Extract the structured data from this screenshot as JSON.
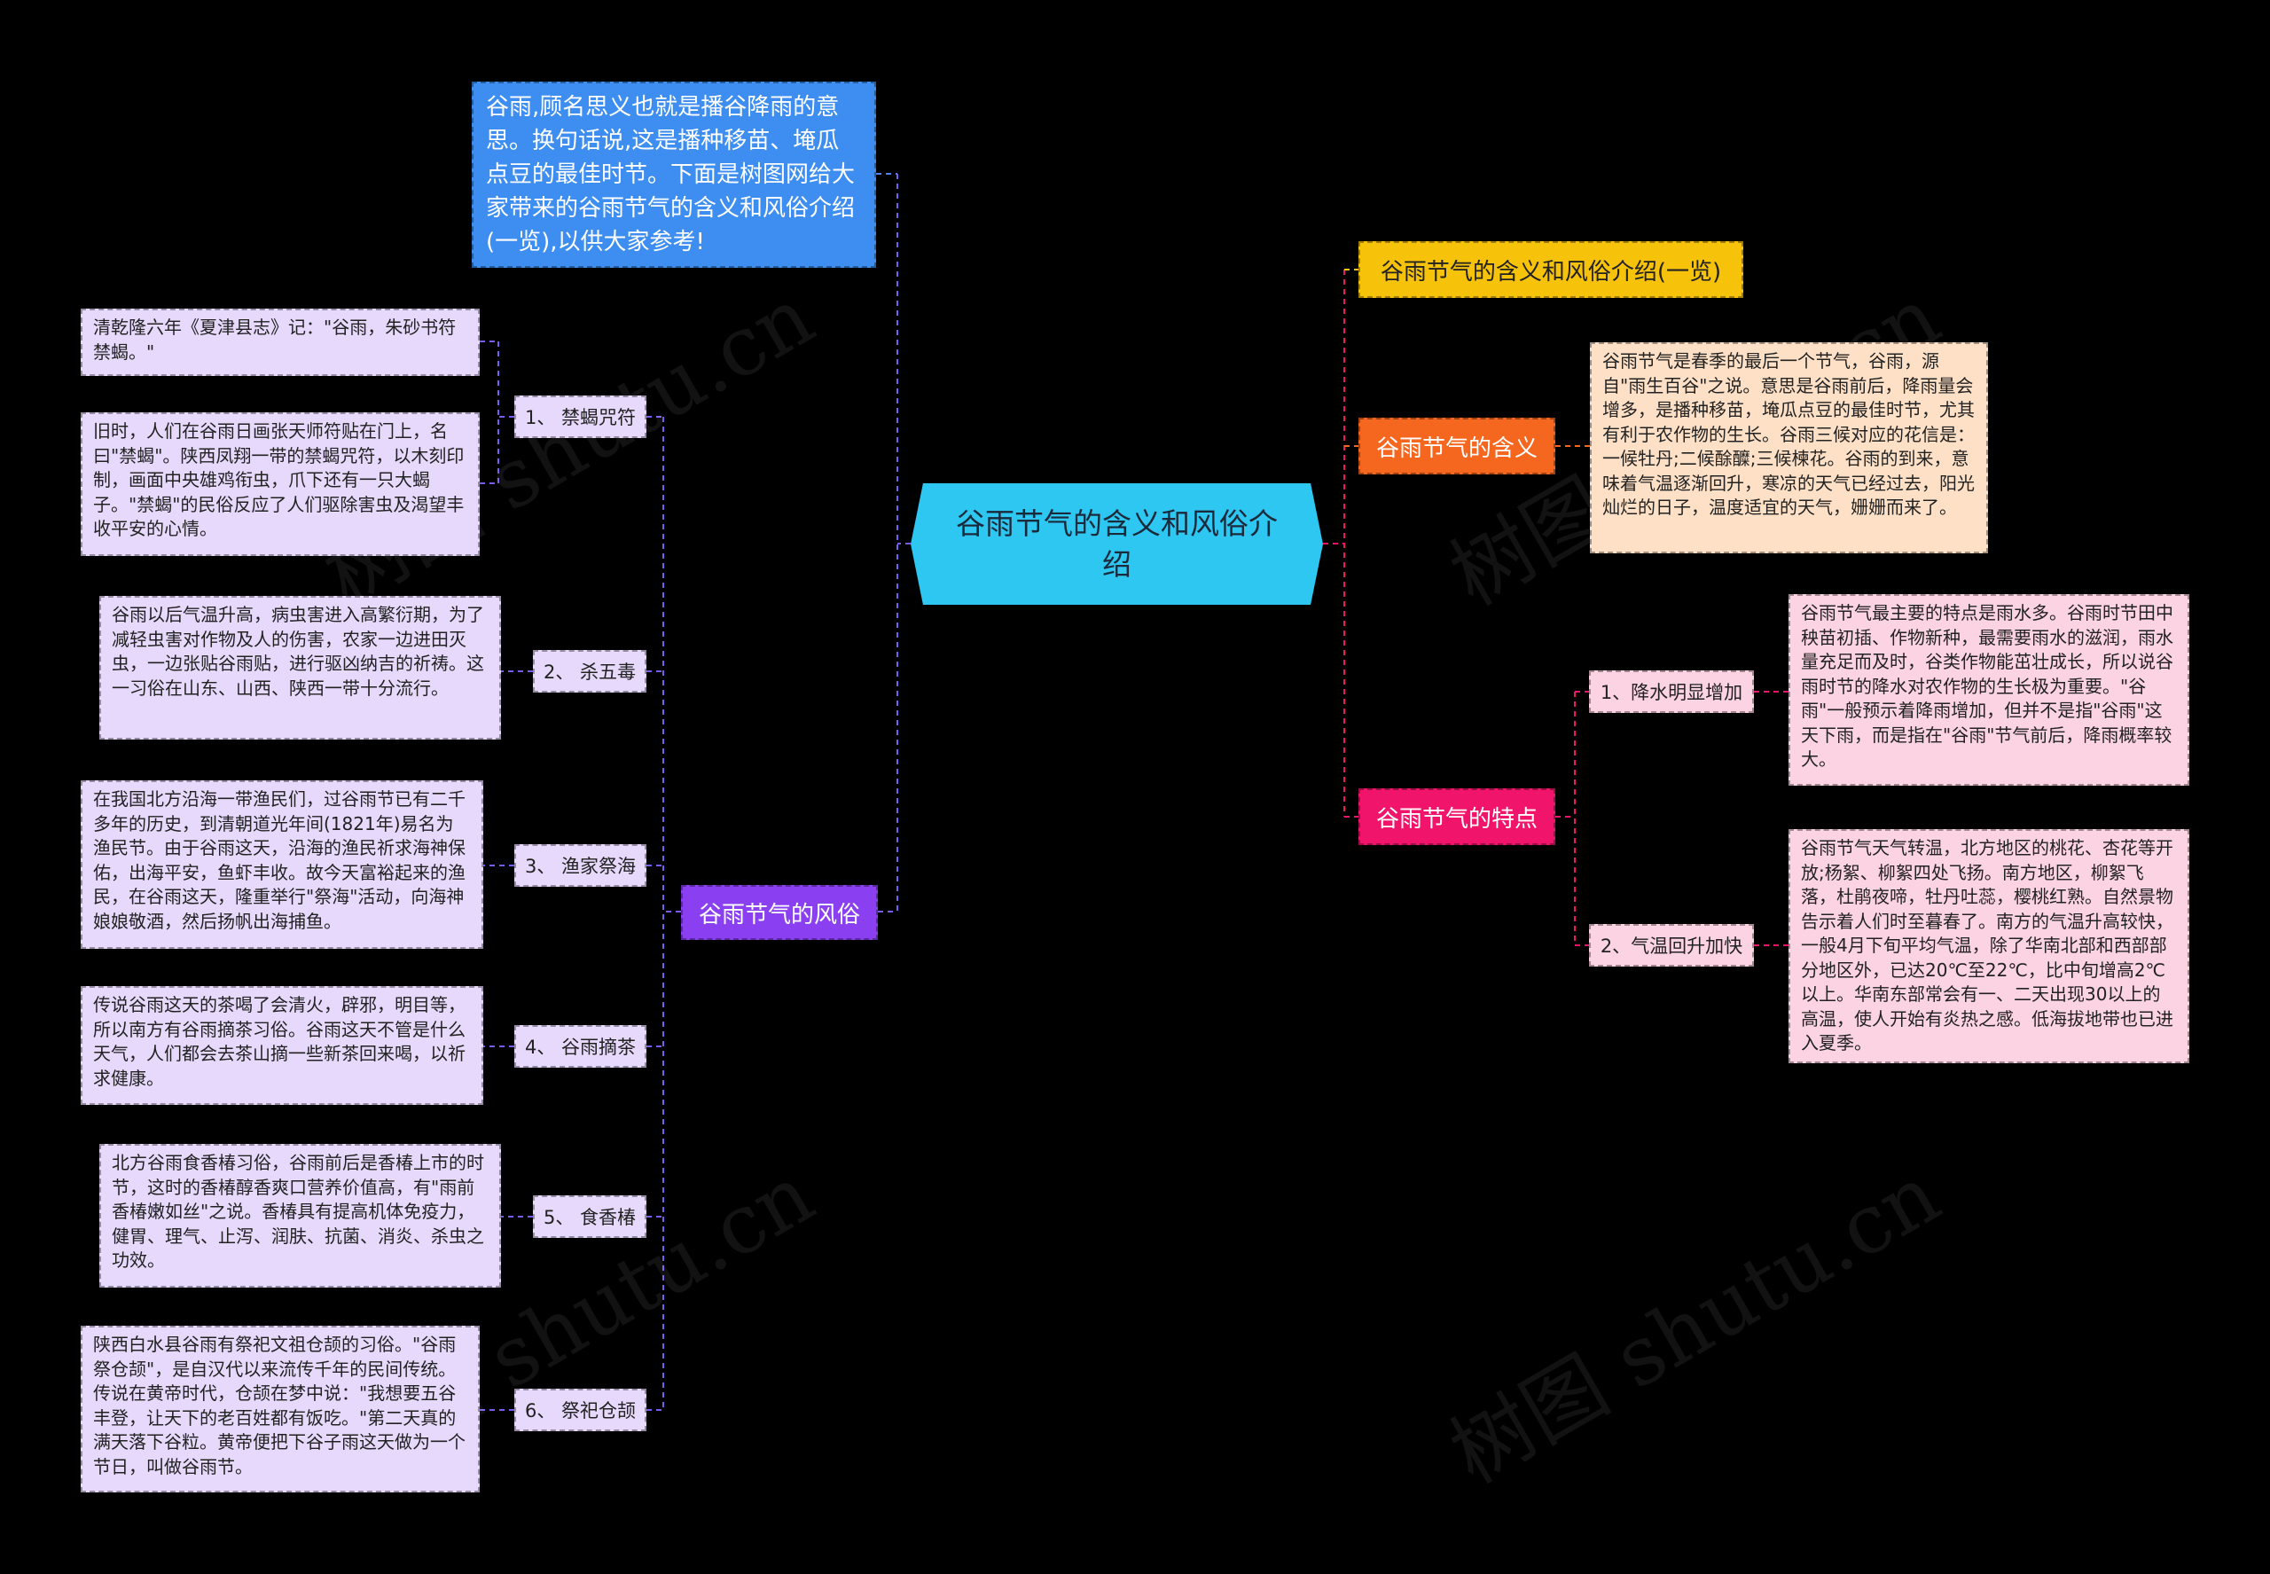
{
  "central": "谷雨节气的含义和风俗介绍",
  "intro": "谷雨,顾名思义也就是播谷降雨的意思。换句话说,这是播种移苗、埯瓜点豆的最佳时节。下面是树图网给大家带来的谷雨节气的含义和风俗介绍(一览),以供大家参考!",
  "right": {
    "title_node": "谷雨节气的含义和风俗介绍(一览)",
    "meaning": {
      "label": "谷雨节气的含义",
      "text": "谷雨节气是春季的最后一个节气，谷雨，源自\"雨生百谷\"之说。意思是谷雨前后，降雨量会增多，是播种移苗，埯瓜点豆的最佳时节，尤其有利于农作物的生长。谷雨三候对应的花信是：一候牡丹;二候酴醾;三候楝花。谷雨的到来，意味着气温逐渐回升，寒凉的天气已经过去，阳光灿烂的日子，温度适宜的天气，姗姗而来了。"
    },
    "features": {
      "label": "谷雨节气的特点",
      "items": [
        {
          "label": "1、降水明显增加",
          "text": "谷雨节气最主要的特点是雨水多。谷雨时节田中秧苗初插、作物新种，最需要雨水的滋润，雨水量充足而及时，谷类作物能茁壮成长，所以说谷雨时节的降水对农作物的生长极为重要。\"谷雨\"一般预示着降雨增加，但并不是指\"谷雨\"这天下雨，而是指在\"谷雨\"节气前后，降雨概率较大。"
        },
        {
          "label": "2、气温回升加快",
          "text": "谷雨节气天气转温，北方地区的桃花、杏花等开放;杨絮、柳絮四处飞扬。南方地区，柳絮飞落，杜鹃夜啼，牡丹吐蕊，樱桃红熟。自然景物告示着人们时至暮春了。南方的气温升高较快，一般4月下旬平均气温，除了华南北部和西部部分地区外，已达20℃至22℃，比中旬增高2℃以上。华南东部常会有一、二天出现30以上的高温，使人开始有炎热之感。低海拔地带也已进入夏季。"
        }
      ]
    }
  },
  "left": {
    "customs": {
      "label": "谷雨节气的风俗",
      "items": [
        {
          "label": "1、 禁蝎咒符",
          "texts": [
            "清乾隆六年《夏津县志》记：\"谷雨，朱砂书符禁蝎。\"",
            "旧时，人们在谷雨日画张天师符贴在门上，名曰\"禁蝎\"。陕西凤翔一带的禁蝎咒符，以木刻印制，画面中央雄鸡衔虫，爪下还有一只大蝎子。\"禁蝎\"的民俗反应了人们驱除害虫及渴望丰收平安的心情。"
          ]
        },
        {
          "label": "2、 杀五毒",
          "texts": [
            "谷雨以后气温升高，病虫害进入高繁衍期，为了减轻虫害对作物及人的伤害，农家一边进田灭虫，一边张贴谷雨贴，进行驱凶纳吉的祈祷。这一习俗在山东、山西、陕西一带十分流行。"
          ]
        },
        {
          "label": "3、 渔家祭海",
          "texts": [
            "在我国北方沿海一带渔民们，过谷雨节已有二千多年的历史，到清朝道光年间(1821年)易名为渔民节。由于谷雨这天，沿海的渔民祈求海神保佑，出海平安，鱼虾丰收。故今天富裕起来的渔民，在谷雨这天，隆重举行\"祭海\"活动，向海神娘娘敬酒，然后扬帆出海捕鱼。"
          ]
        },
        {
          "label": "4、 谷雨摘茶",
          "texts": [
            "传说谷雨这天的茶喝了会清火，辟邪，明目等，所以南方有谷雨摘茶习俗。谷雨这天不管是什么天气，人们都会去茶山摘一些新茶回来喝，以祈求健康。"
          ]
        },
        {
          "label": "5、 食香椿",
          "texts": [
            "北方谷雨食香椿习俗，谷雨前后是香椿上市的时节，这时的香椿醇香爽口营养价值高，有\"雨前香椿嫩如丝\"之说。香椿具有提高机体免疫力，健胃、理气、止泻、润肤、抗菌、消炎、杀虫之功效。"
          ]
        },
        {
          "label": "6、 祭祀仓颉",
          "texts": [
            "陕西白水县谷雨有祭祀文祖仓颉的习俗。\"谷雨祭仓颉\"，是自汉代以来流传千年的民间传统。传说在黄帝时代，仓颉在梦中说：\"我想要五谷丰登，让天下的老百姓都有饭吃。\"第二天真的满天落下谷粒。黄帝便把下谷子雨这天做为一个节日，叫做谷雨节。"
          ]
        }
      ]
    }
  },
  "watermark": "树图 shutu.cn",
  "colors": {
    "background": "#000000",
    "central": "#2ec7f2",
    "intro": "#3d8ef0",
    "title_node": "#f7c20a",
    "meaning": "#f5661e",
    "meaning_leaf": "#fde0c6",
    "features": "#f0156a",
    "features_leaf": "#fcd3e2",
    "customs": "#8a3ff0",
    "customs_leaf": "#e6d9fb"
  }
}
